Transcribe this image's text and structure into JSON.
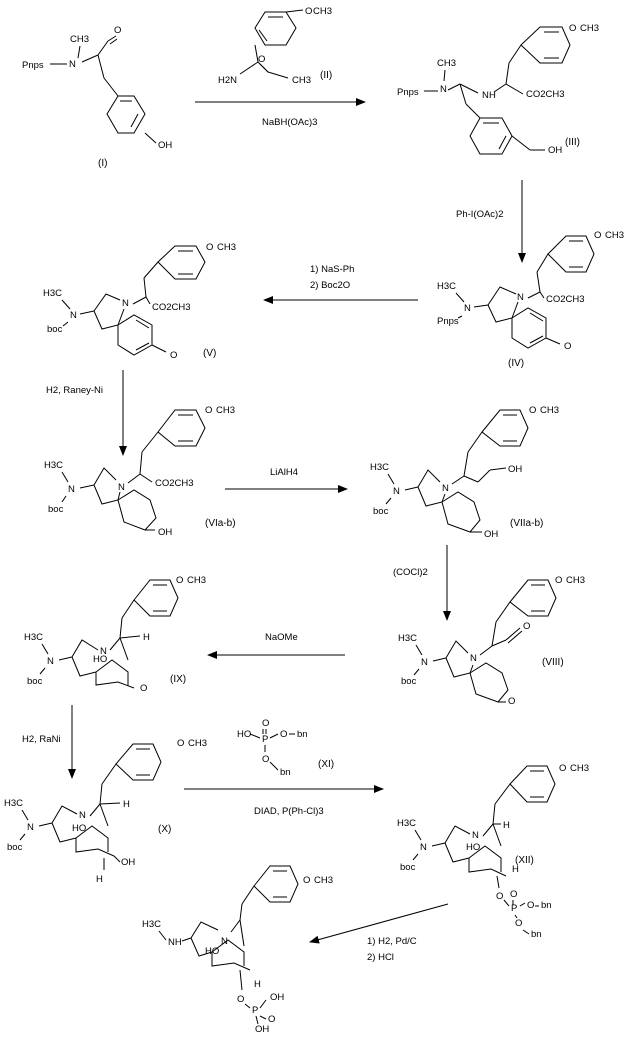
{
  "compounds": [
    {
      "id": "c1",
      "label": "(I)",
      "groups": [
        "Pnps",
        "N",
        "CH3",
        "O",
        "OH"
      ]
    },
    {
      "id": "c2",
      "label": "(II)",
      "groups": [
        "O",
        "CH3",
        "H2N",
        "O",
        "CH3"
      ]
    },
    {
      "id": "c3",
      "label": "(III)",
      "groups": [
        "O",
        "CH3",
        "Pnps",
        "N",
        "CH3",
        "N",
        "H",
        "CO2CH3",
        "OH"
      ]
    },
    {
      "id": "c4",
      "label": "(IV)",
      "groups": [
        "O",
        "CH3",
        "H3C",
        "N",
        "Pnps",
        "N",
        "CO2CH3",
        "O"
      ]
    },
    {
      "id": "c5",
      "label": "(V)",
      "groups": [
        "O",
        "CH3",
        "H3C",
        "N",
        "boc",
        "N",
        "CO2CH3",
        "O"
      ]
    },
    {
      "id": "c6",
      "label": "(VIa-b)",
      "groups": [
        "O",
        "CH3",
        "H3C",
        "N",
        "boc",
        "N",
        "CO2CH3",
        "OH"
      ]
    },
    {
      "id": "c7",
      "label": "(VIIa-b)",
      "groups": [
        "O",
        "CH3",
        "H3C",
        "N",
        "boc",
        "N",
        "OH",
        "OH"
      ]
    },
    {
      "id": "c8",
      "label": "(VIII)",
      "groups": [
        "O",
        "CH3",
        "H3C",
        "N",
        "boc",
        "N",
        "O",
        "O"
      ]
    },
    {
      "id": "c9",
      "label": "(IX)",
      "groups": [
        "O",
        "CH3",
        "H3C",
        "N",
        "boc",
        "N",
        "H",
        "HO",
        "O"
      ]
    },
    {
      "id": "c10",
      "label": "(X)",
      "groups": [
        "O",
        "CH3",
        "H3C",
        "N",
        "boc",
        "N",
        "H",
        "HO",
        "H",
        "OH"
      ]
    },
    {
      "id": "c11",
      "label": "(XI)",
      "groups": [
        "HO",
        "P",
        "O",
        "O",
        "bn",
        "O",
        "bn"
      ]
    },
    {
      "id": "c12",
      "label": "(XII)",
      "groups": [
        "O",
        "CH3",
        "H3C",
        "N",
        "boc",
        "N",
        "H",
        "HO",
        "H",
        "O",
        "P",
        "O",
        "O",
        "bn",
        "O",
        "bn"
      ]
    },
    {
      "id": "c13",
      "label": "",
      "groups": [
        "O",
        "CH3",
        "H3C",
        "NH",
        "N",
        "HO",
        "H",
        "O",
        "P",
        "O",
        "OH",
        "OH"
      ]
    }
  ],
  "reactions": [
    {
      "id": "r1",
      "lines": [
        "NaBH(OAc)3"
      ]
    },
    {
      "id": "r2",
      "lines": [
        "Ph-I(OAc)2"
      ]
    },
    {
      "id": "r3",
      "lines": [
        "1) NaS-Ph",
        "2) Boc2O"
      ]
    },
    {
      "id": "r4",
      "lines": [
        "H2, Raney-Ni"
      ]
    },
    {
      "id": "r5",
      "lines": [
        "LiAlH4"
      ]
    },
    {
      "id": "r6",
      "lines": [
        "(COCl)2"
      ]
    },
    {
      "id": "r7",
      "lines": [
        "NaOMe"
      ]
    },
    {
      "id": "r8",
      "lines": [
        "H2, RaNi"
      ]
    },
    {
      "id": "r9",
      "lines": [
        "DIAD, P(Ph-Cl)3"
      ]
    },
    {
      "id": "r10",
      "lines": [
        "1) H2, Pd/C",
        "2) HCl"
      ]
    }
  ]
}
